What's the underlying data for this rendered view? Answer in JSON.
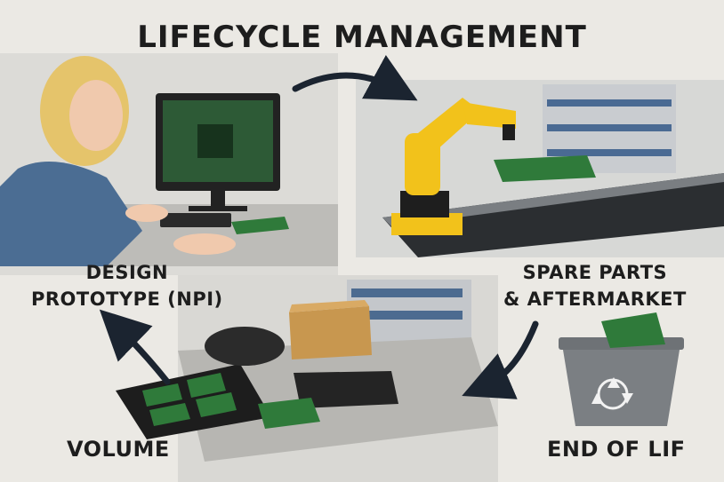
{
  "title": "LIFECYCLE MANAGEMENT",
  "stages": {
    "design": {
      "line1": "DESIGN",
      "line2": "PROTOTYPE (NPI)"
    },
    "spare": {
      "line1": "SPARE PARTS",
      "line2": "& AFTERMARKET"
    },
    "volume": {
      "label": "VOLUME"
    },
    "end_of_life": {
      "label": "END OF LIF"
    }
  },
  "colors": {
    "background": "#ebe9e4",
    "robot_yellow": "#f2c21b",
    "pcb_green": "#2f7a3a",
    "arrow": "#1b2430",
    "bin_gray": "#7b7f83"
  },
  "icons": [
    "person-illustration",
    "monitor-icon",
    "robot-arm-icon",
    "conveyor-belt",
    "pcb-board-icon",
    "tray-icon",
    "box-icon",
    "recycle-bin-icon",
    "recycle-symbol-icon"
  ]
}
